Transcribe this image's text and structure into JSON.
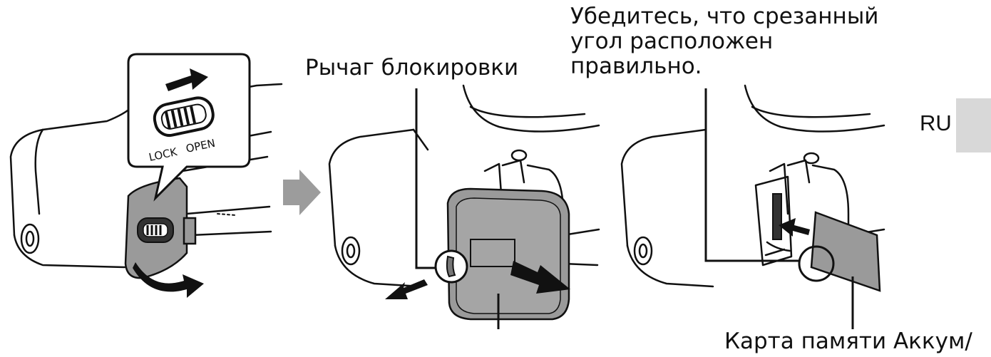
{
  "labels": {
    "lock_lever": "Рычаг блокировки",
    "corner_note_line1": "Убедитесь, что срезанный",
    "corner_note_line2": "угол расположен",
    "corner_note_line3": "правильно.",
    "bottom_labels": "Карта памяти Аккум/",
    "lock_text": "LOCK",
    "open_text": "OPEN"
  },
  "language_tab": {
    "code": "RU",
    "color": "#d8d8d8"
  },
  "colors": {
    "line": "#111111",
    "fill_gray": "#9a9a9a",
    "arrow_gray": "#9c9c9c"
  }
}
